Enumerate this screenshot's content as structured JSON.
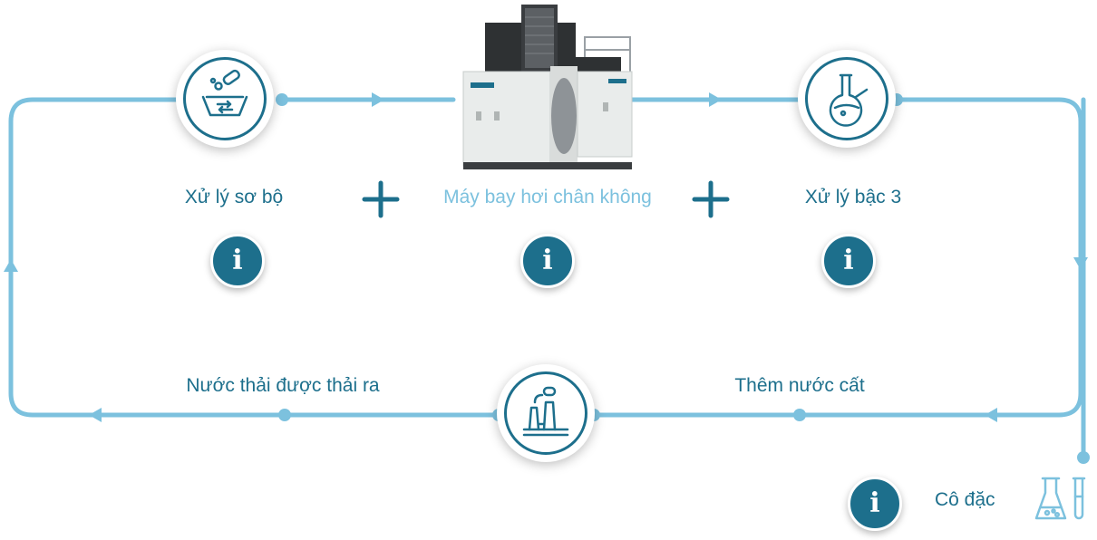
{
  "diagram": {
    "steps": [
      {
        "id": "pre-treatment",
        "label": "Xử lý sơ bộ",
        "icon": "basin-with-chemicals-icon"
      },
      {
        "id": "vacuum-evaporator",
        "label": "Máy bay hơi chân không",
        "icon": "evaporator-machine-image"
      },
      {
        "id": "tertiary-treatment",
        "label": "Xử lý bậc 3",
        "icon": "flask-icon"
      },
      {
        "id": "distillate-added",
        "label": "Thêm nước cất",
        "icon": ""
      },
      {
        "id": "wastewater-discharged",
        "label": "Nước thải được thải ra",
        "icon": "factory-icon"
      },
      {
        "id": "concentrate",
        "label": "Cô đặc",
        "icon": "lab-beaker-icon"
      }
    ],
    "info_glyph": "i",
    "plus_glyph": "+",
    "colors": {
      "primary": "#1d6f8c",
      "flow": "#7cc1de",
      "light_label": "#7cc1de"
    }
  }
}
